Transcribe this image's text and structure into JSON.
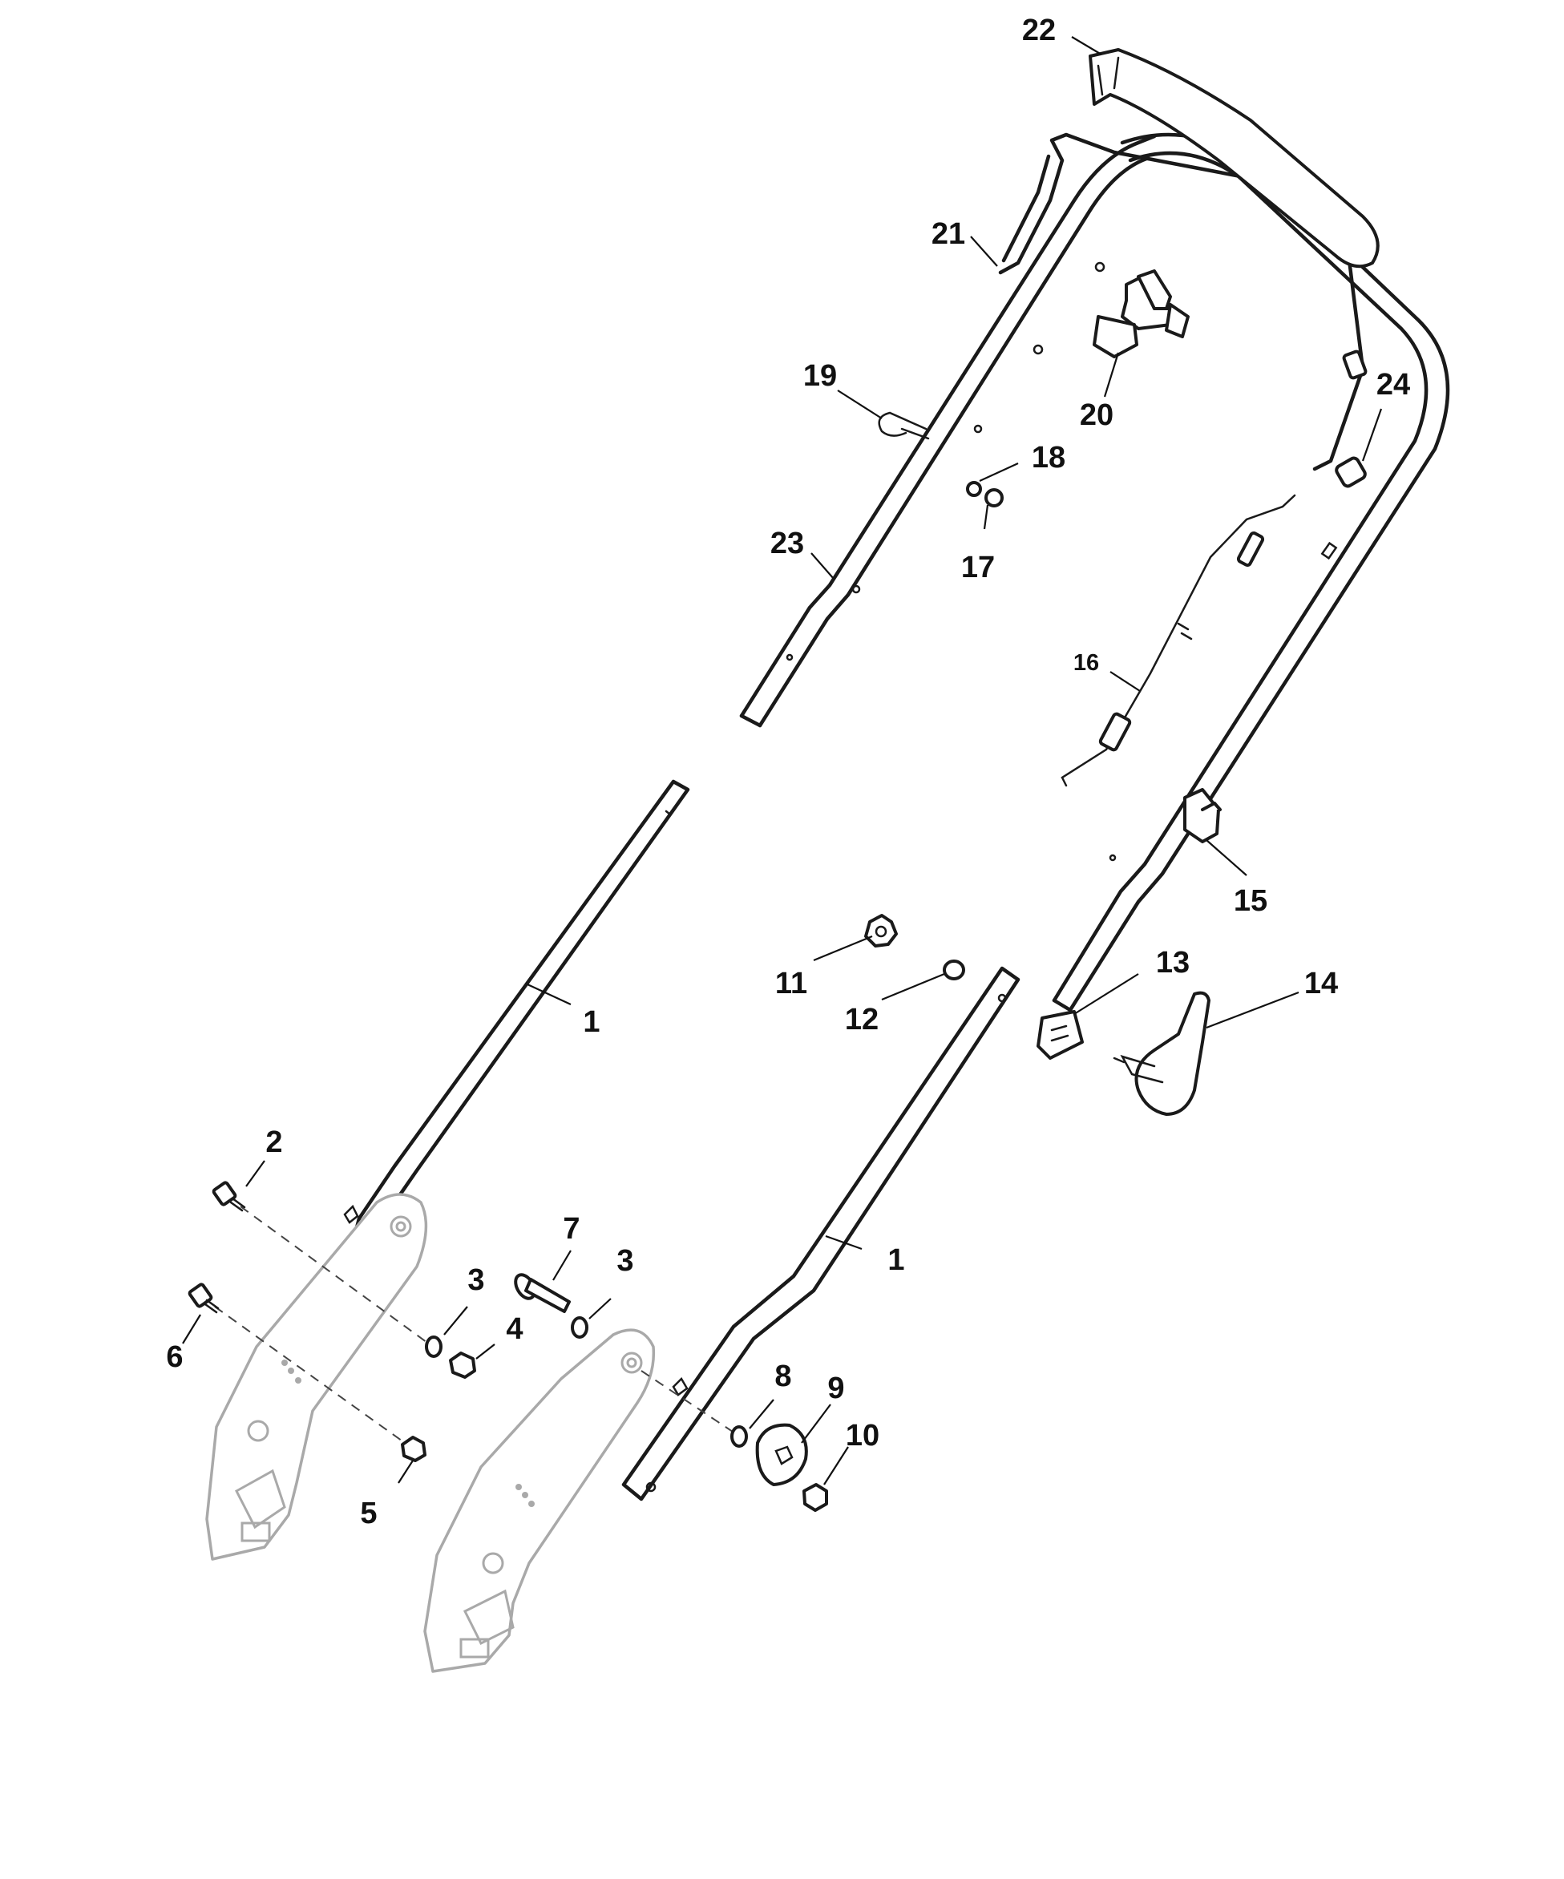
{
  "callouts": {
    "c1a": "1",
    "c1b": "1",
    "c2": "2",
    "c3a": "3",
    "c3b": "3",
    "c4": "4",
    "c5": "5",
    "c6": "6",
    "c7": "7",
    "c8": "8",
    "c9": "9",
    "c10": "10",
    "c11": "11",
    "c12": "12",
    "c13": "13",
    "c14": "14",
    "c15": "15",
    "c16": "16",
    "c17": "17",
    "c18": "18",
    "c19": "19",
    "c20": "20",
    "c21": "21",
    "c22": "22",
    "c23": "23",
    "c24": "24"
  },
  "colors": {
    "line": "#1a1a1a",
    "ghost": "#a9a9a9",
    "background": "#ffffff"
  }
}
